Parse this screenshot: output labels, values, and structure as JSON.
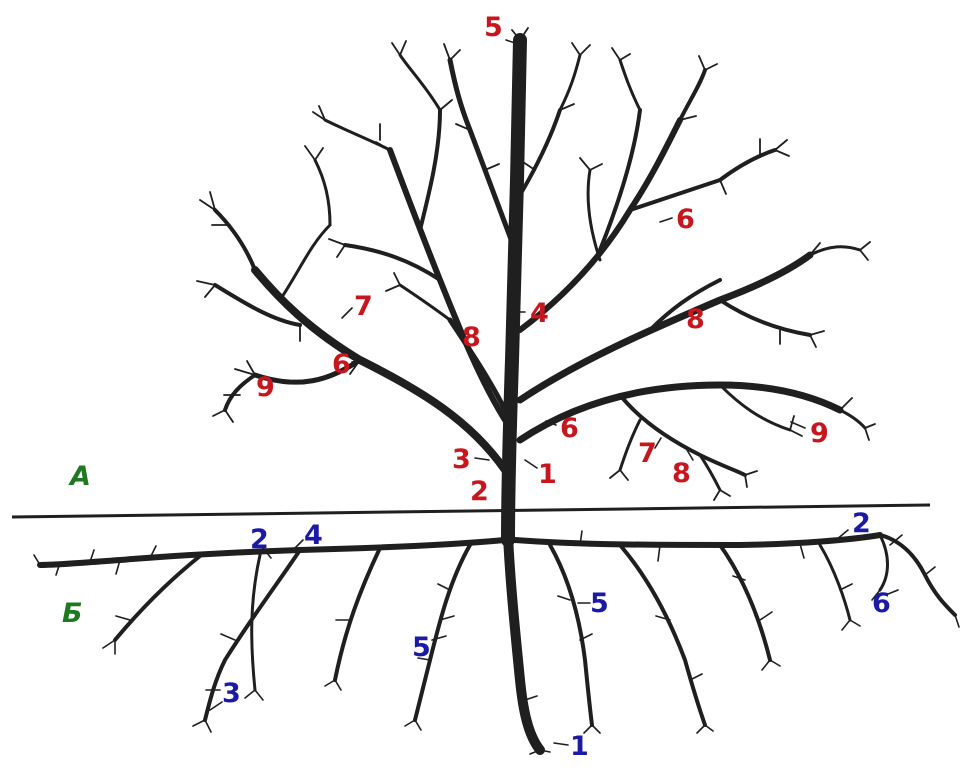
{
  "zones": {
    "above_ground": "А",
    "below_ground": "Б"
  },
  "crown_labels": [
    "5",
    "4",
    "6",
    "6",
    "6",
    "7",
    "7",
    "8",
    "8",
    "8",
    "9",
    "9",
    "3",
    "2",
    "1"
  ],
  "root_labels": [
    "2",
    "4",
    "2",
    "5",
    "5",
    "3",
    "6",
    "1"
  ],
  "colors": {
    "crown_label": "#c8161d",
    "root_label": "#1a1aa6",
    "zone_label": "#1f7a1f",
    "ink": "#1f1f1f",
    "background": "#ffffff"
  }
}
